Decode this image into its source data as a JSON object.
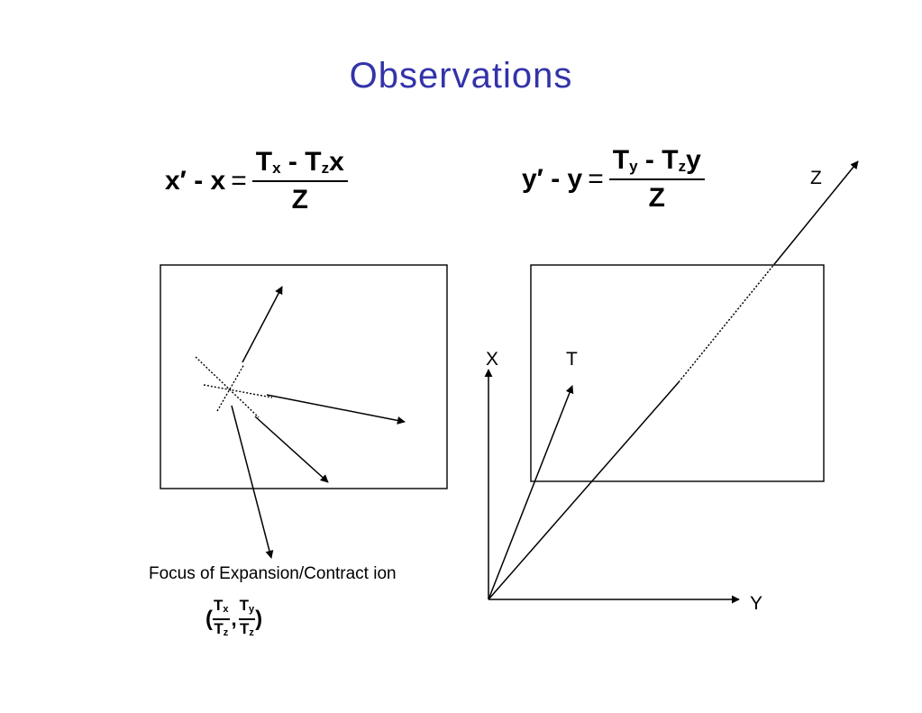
{
  "title": "Observations",
  "equation_x": {
    "lhs": "x′ - x",
    "equals": "=",
    "num_a": "T",
    "num_a_sub": "x",
    "num_mid": " - T",
    "num_mid_sub": "z",
    "num_b": "x",
    "den": "Z"
  },
  "equation_y": {
    "lhs": "y′ - y",
    "equals": "=",
    "num_a": "T",
    "num_a_sub": "y",
    "num_mid": " - T",
    "num_mid_sub": "z",
    "num_b": "y",
    "den": "Z"
  },
  "caption": "Focus of Expansion/Contract ion",
  "foe": {
    "open": "(",
    "close": ")",
    "comma": ",",
    "f1_num": "T",
    "f1_num_sub": "x",
    "f1_den": "T",
    "f1_den_sub": "z",
    "f2_num": "T",
    "f2_num_sub": "y",
    "f2_den": "T",
    "f2_den_sub": "z"
  },
  "axes": {
    "x_label": "X",
    "y_label": "Y",
    "z_label": "Z",
    "t_label": "T"
  },
  "colors": {
    "title": "#3333aa",
    "ink": "#000000"
  }
}
